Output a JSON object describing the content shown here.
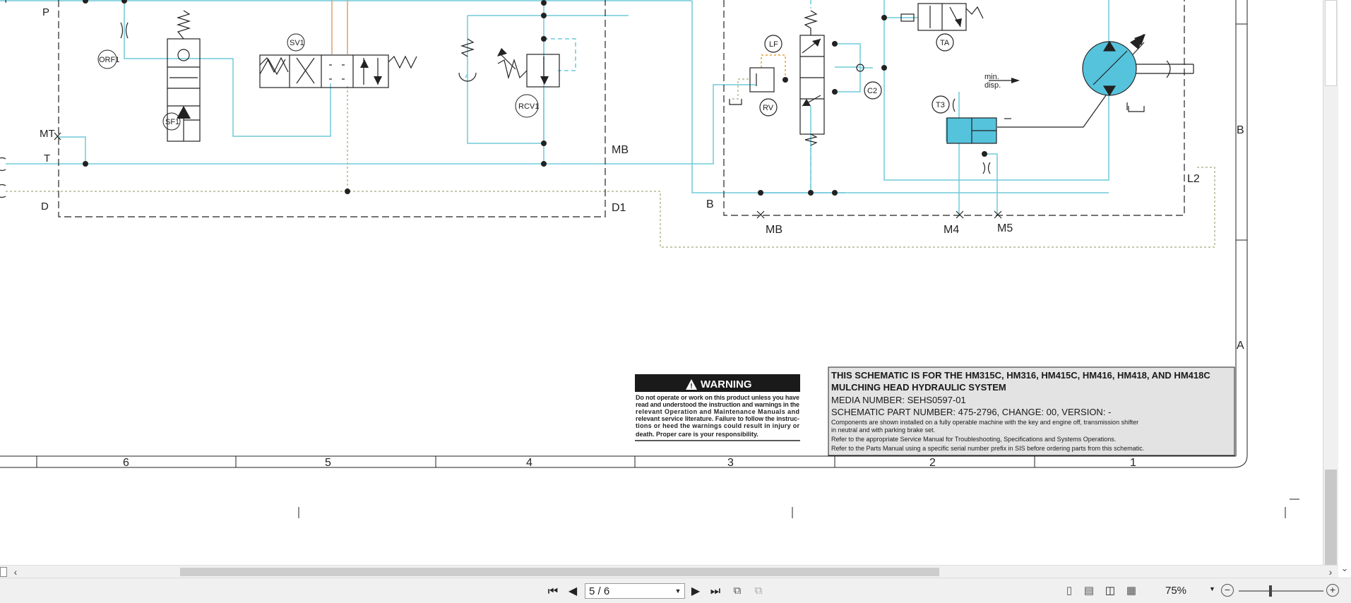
{
  "drawing": {
    "labels": {
      "P": "P",
      "MT": "MT",
      "T": "T",
      "D": "D",
      "MB": "MB",
      "D1": "D1",
      "B": "B",
      "MB2": "MB",
      "M4": "M4",
      "M5": "M5",
      "L2": "L2",
      "ORF1": "ORF1",
      "SF1": "SF1",
      "SV1": "SV1",
      "RCV1": "RCV1",
      "LF": "LF",
      "RV": "RV",
      "C2": "C2",
      "TA": "TA",
      "T3": "T3",
      "min": "min.",
      "disp": "disp."
    },
    "zones": {
      "B": "B",
      "A": "A"
    },
    "columns": [
      "6",
      "5",
      "4",
      "3",
      "2",
      "1"
    ],
    "warning": {
      "title": "WARNING",
      "lines": [
        "Do not operate or work on this product unless you have",
        "read and understood the instruction and warnings in the",
        "relevant Operation and Maintenance Manuals and",
        "relevant service literature. Failure to follow the instruc-",
        "tions or heed the warnings could result in injury or",
        "death. Proper care is your responsibility."
      ]
    },
    "titleblock": {
      "line1": "THIS SCHEMATIC IS FOR THE HM315C, HM316, HM415C, HM416, HM418, AND HM418C",
      "line2": "MULCHING HEAD HYDRAULIC SYSTEM",
      "media": "MEDIA NUMBER: SEHS0597-01",
      "part": "SCHEMATIC PART NUMBER: 475-2796, CHANGE: 00, VERSION: -",
      "note1": "Components are shown installed on a fully operable machine with the key and engine off, transmission shifter",
      "note2": "in neutral and with parking brake set.",
      "note3": "Refer to the appropriate Service Manual for Troubleshooting, Specifications and Systems Operations.",
      "note4": "Refer to the Parts Manual using a specific serial number prefix in SIS before ordering parts from this schematic."
    },
    "colors": {
      "line": "#6fcad9",
      "fill": "#56c3dc",
      "pilot": "#d7a270",
      "orange": "#e8a23a",
      "drain": "#b5b592"
    }
  },
  "status": {
    "page_value": "5 / 6",
    "zoom": "75%",
    "icons": {
      "first": "first-page-icon",
      "prev": "previous-page-icon",
      "next": "next-page-icon",
      "last": "last-page-icon",
      "prev_view": "previous-view-icon",
      "next_view": "next-view-icon",
      "single": "single-page-icon",
      "continuous": "continuous-page-icon",
      "facing": "facing-pages-icon",
      "cover": "cover-page-icon"
    },
    "glyphs": {
      "first": "⏮",
      "prev": "◀",
      "next": "▶",
      "last": "⏭",
      "minus": "−",
      "plus": "+"
    }
  }
}
